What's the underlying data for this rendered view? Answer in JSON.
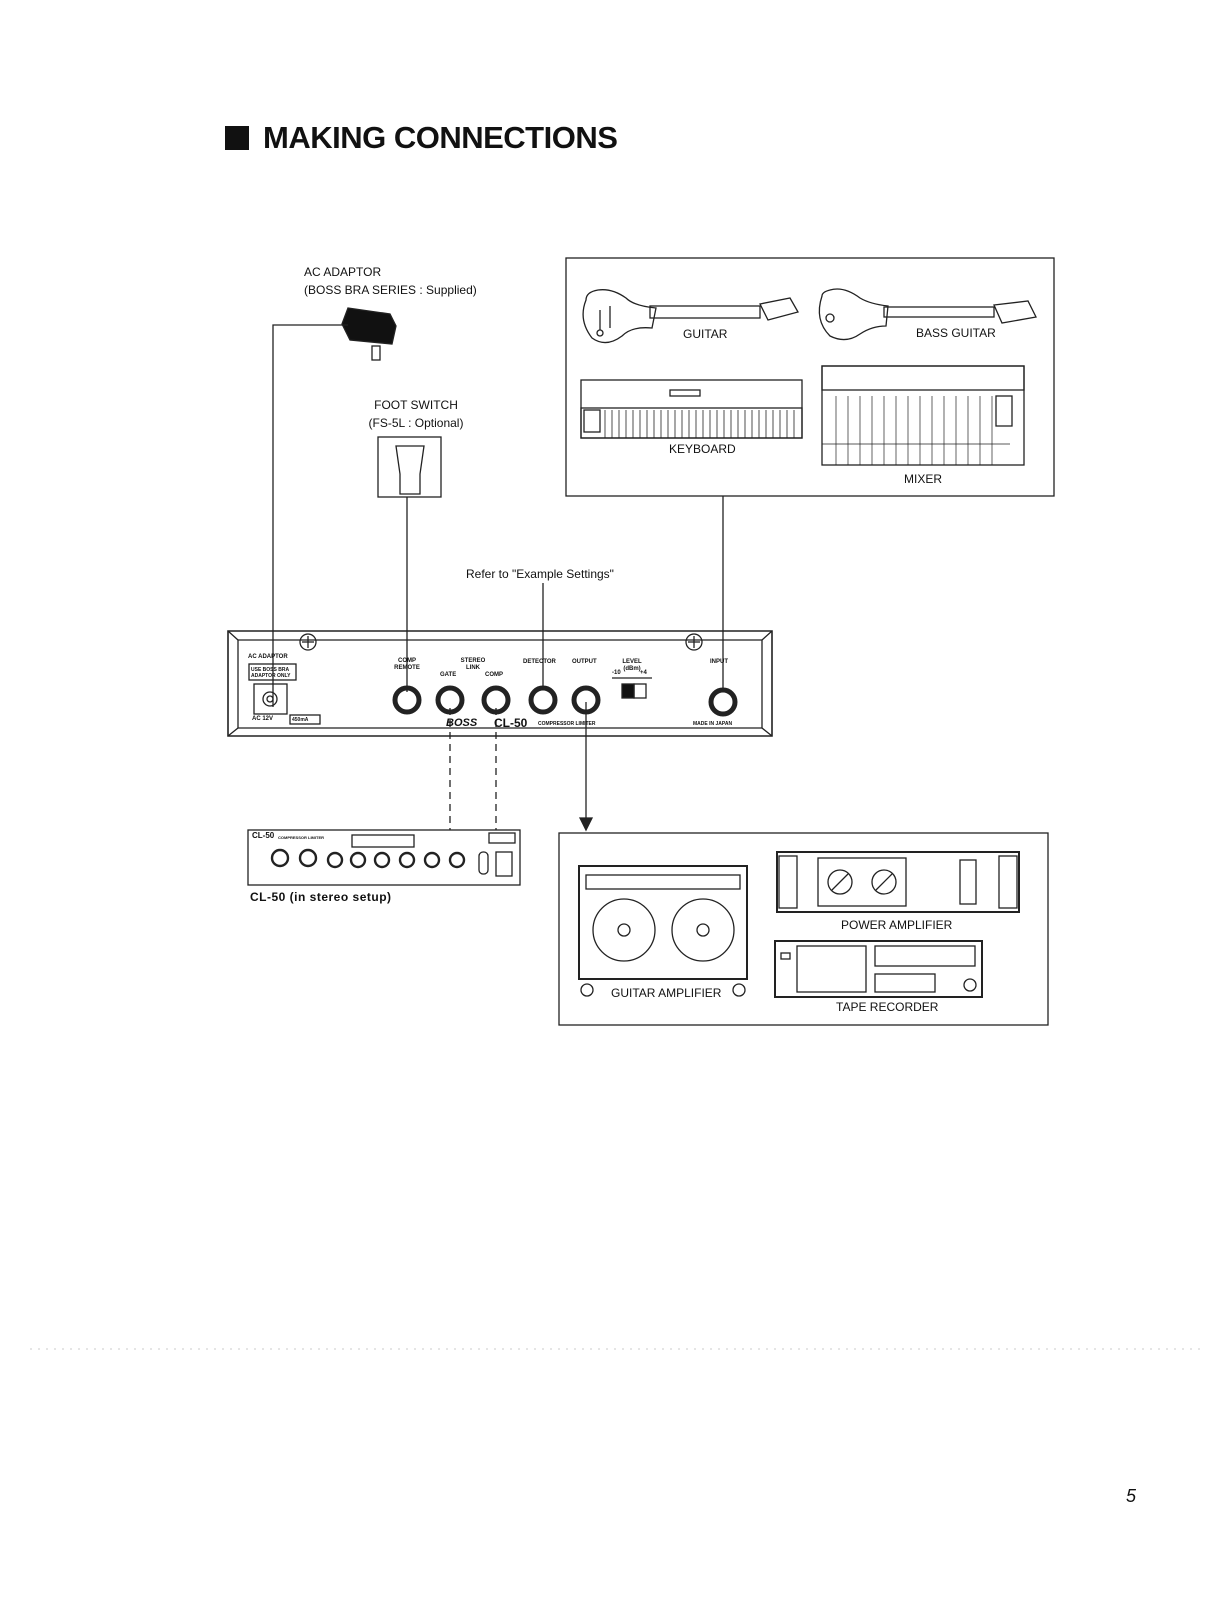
{
  "heading": {
    "text": "MAKING CONNECTIONS"
  },
  "labels": {
    "ac_adaptor_line1": "AC ADAPTOR",
    "ac_adaptor_line2": "(BOSS BRA SERIES : Supplied)",
    "foot_switch_line1": "FOOT SWITCH",
    "foot_switch_line2": "(FS-5L : Optional)",
    "refer": "Refer to \"Example Settings\"",
    "stereo_setup": "CL-50 (in stereo setup)"
  },
  "sources": {
    "guitar": "GUITAR",
    "bass_guitar": "BASS GUITAR",
    "keyboard": "KEYBOARD",
    "mixer": "MIXER"
  },
  "outputs": {
    "power_amplifier": "POWER AMPLIFIER",
    "guitar_amplifier": "GUITAR AMPLIFIER",
    "tape_recorder": "TAPE RECORDER"
  },
  "panel": {
    "ac_adaptor": "AC ADAPTOR",
    "adaptor_only_1": "USE BOSS BRA",
    "adaptor_only_2": "ADAPTOR ONLY",
    "ac_rating": "AC 12V",
    "current": "450mA",
    "comp_remote_1": "COMP",
    "comp_remote_2": "REMOTE",
    "stereo_link": "STEREO",
    "link": "LINK",
    "gate": "GATE",
    "comp": "COMP",
    "detector": "DETECTOR",
    "output": "OUTPUT",
    "level": "LEVEL",
    "level_unit": "(dBm)",
    "level_minus": "-10",
    "level_plus": "+4",
    "input": "INPUT",
    "brand": "BOSS",
    "model": "CL-50",
    "model_desc": "COMPRESSOR LIMITER",
    "made_in": "MADE IN JAPAN"
  },
  "front_panel": {
    "model": "CL-50",
    "desc": "COMPRESSOR LIMITER"
  },
  "page_number": "5"
}
